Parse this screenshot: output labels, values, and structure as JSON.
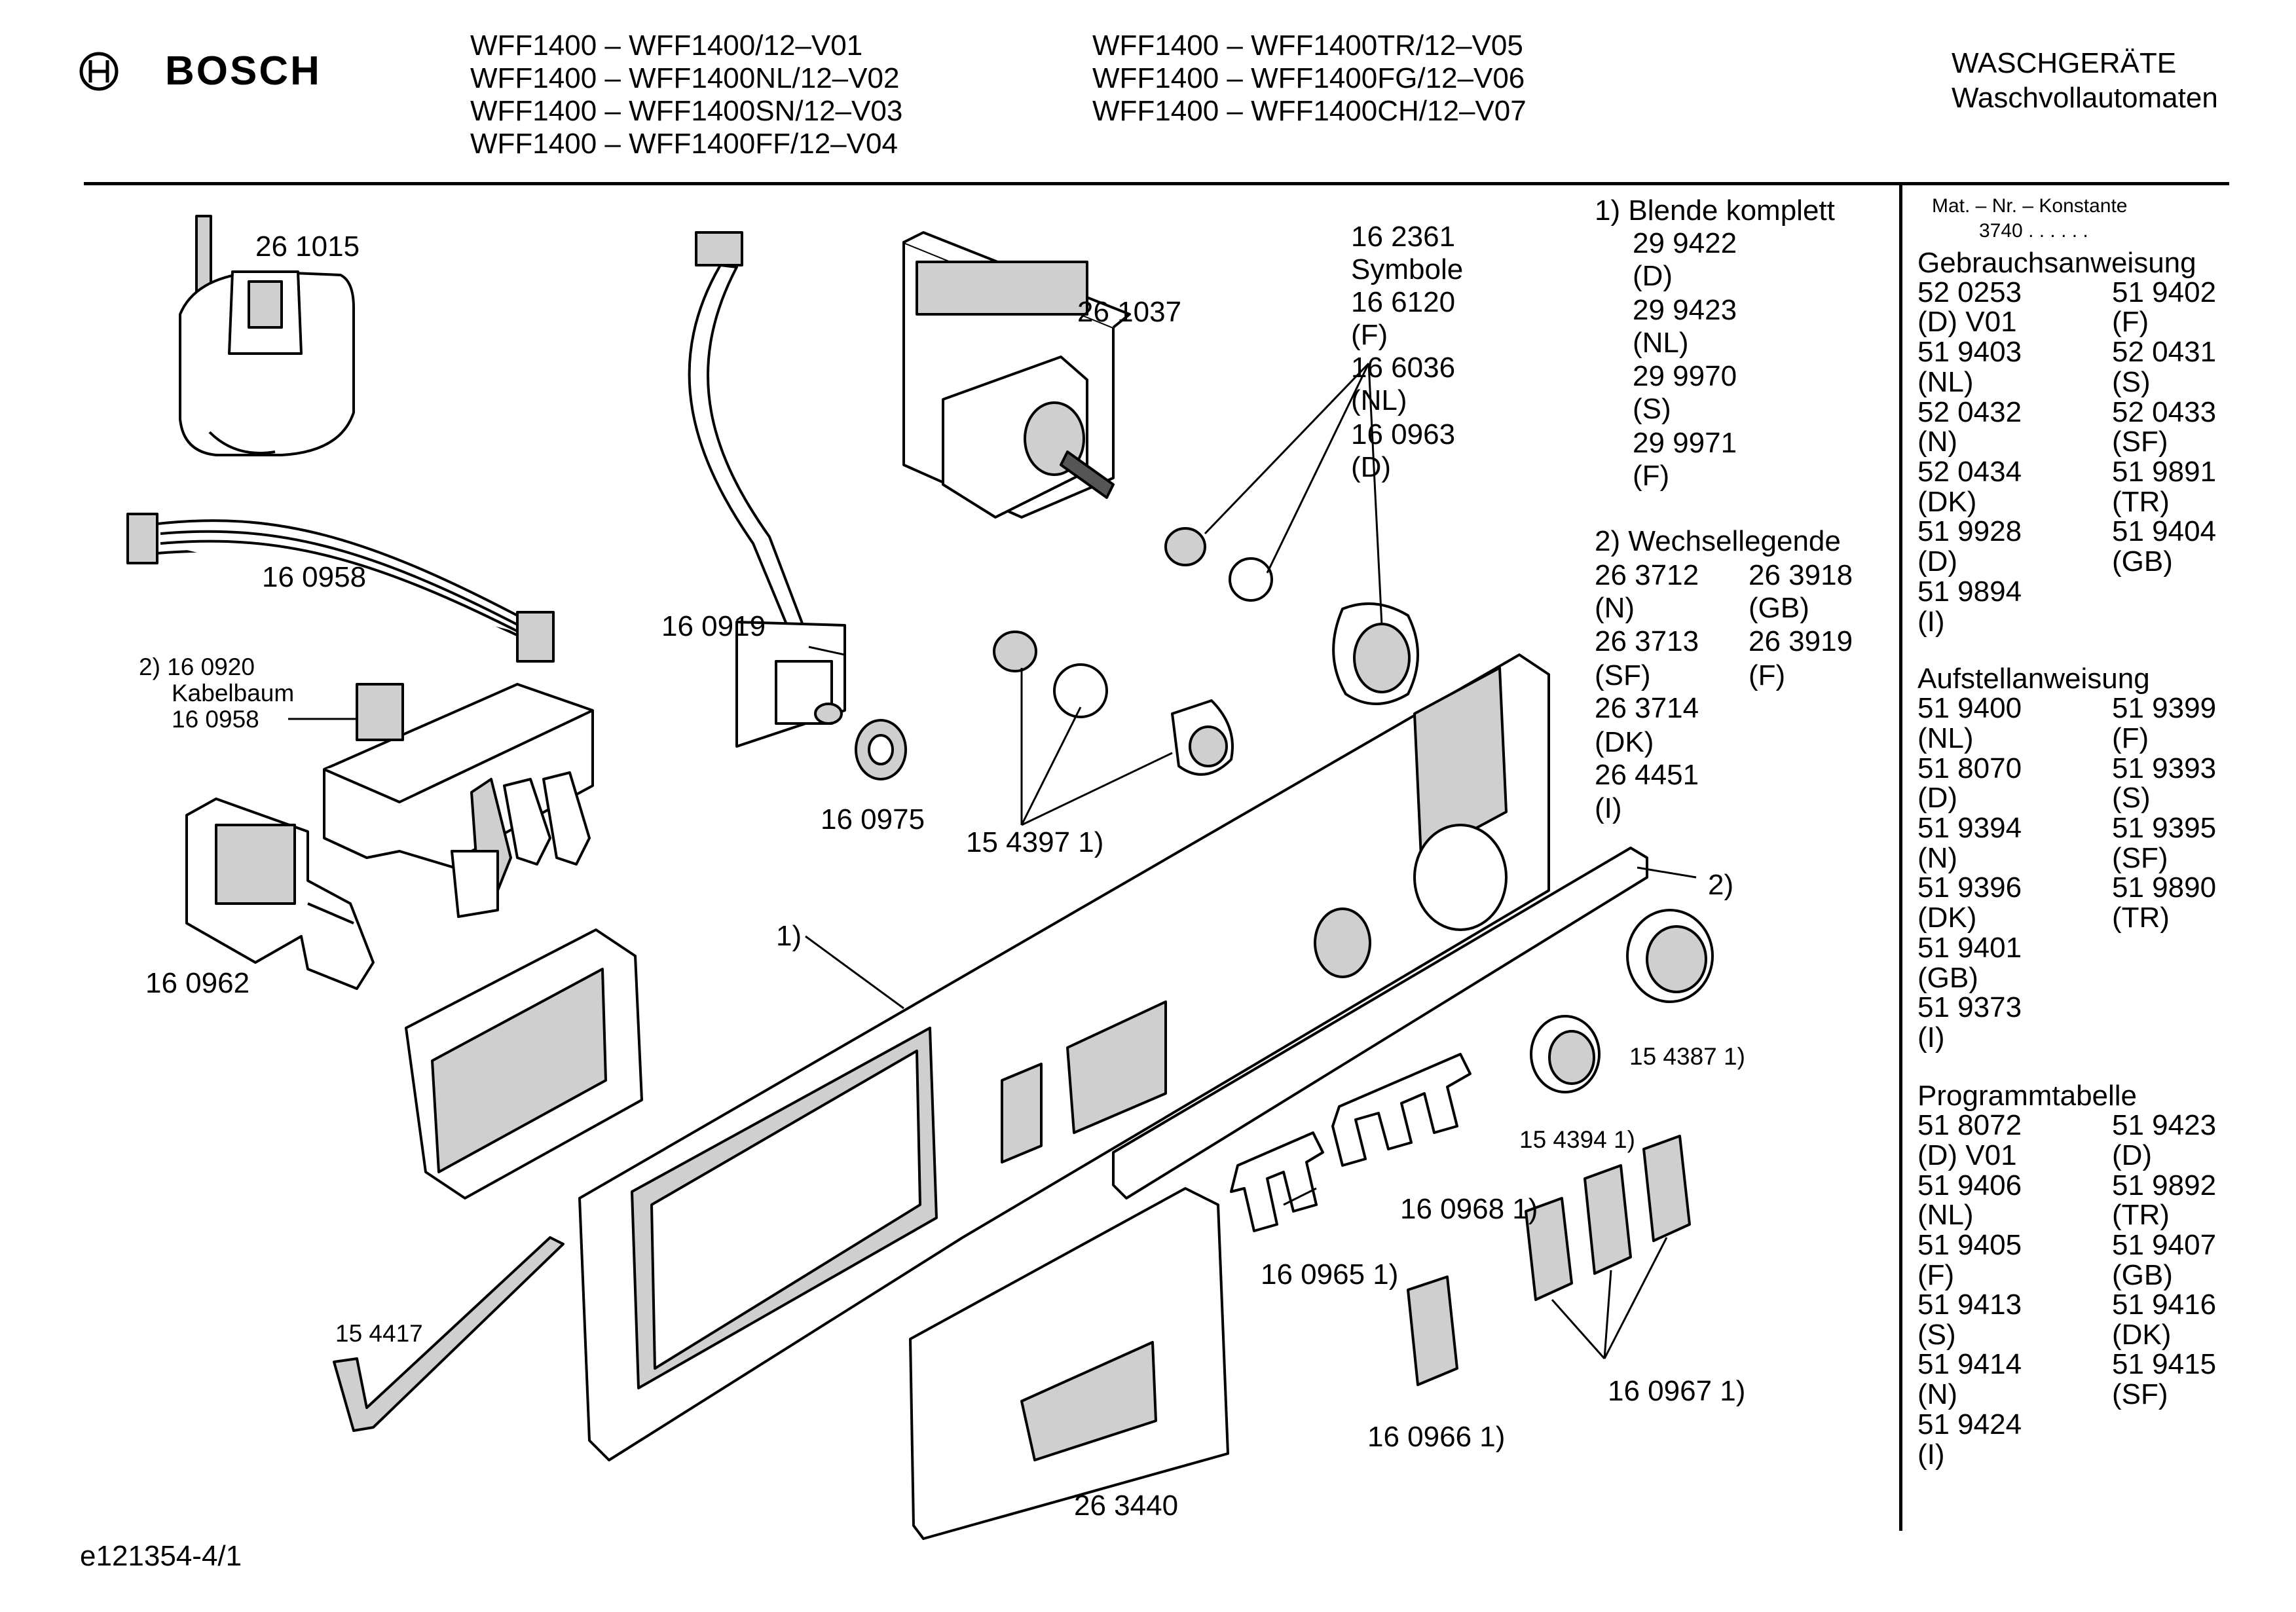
{
  "brand": {
    "logo_text": "BOSCH"
  },
  "header": {
    "models_left": [
      "WFF1400 – WFF1400/12–V01",
      "WFF1400 – WFF1400NL/12–V02",
      "WFF1400 – WFF1400SN/12–V03",
      "WFF1400 – WFF1400FF/12–V04"
    ],
    "models_right": [
      "WFF1400 – WFF1400TR/12–V05",
      "WFF1400 – WFF1400FG/12–V06",
      "WFF1400 – WFF1400CH/12–V07"
    ],
    "category": "WASCHGERÄTE",
    "subcategory": "Waschvollautomaten"
  },
  "parts": {
    "p261015": "26 1015",
    "p160958": "16 0958",
    "p160920_a": "2) 16 0920",
    "p160920_b": "Kabelbaum",
    "p160920_c": "16 0958",
    "p160962": "16 0962",
    "p160919": "16 0919",
    "p160975": "16 0975",
    "p261037": "26 1037",
    "sym": [
      "16 2361",
      "Symbole",
      "16 6120",
      "(F)",
      "16 6036",
      "(NL)",
      "16 0963",
      "(D)"
    ],
    "p154397": "15 4397 1)",
    "p1": "1)",
    "p2": "2)",
    "p154387": "15 4387 1)",
    "p154394": "15 4394 1)",
    "p160968": "16 0968 1)",
    "p160965": "16 0965 1)",
    "p160967": "16 0967 1)",
    "p160966": "16 0966 1)",
    "p154417": "15 4417",
    "p263440": "26 3440"
  },
  "notes": {
    "blende": [
      "1) Blende komplett",
      "29 9422",
      "(D)",
      "29 9423",
      "(NL)",
      "29 9970",
      "(S)",
      "29 9971",
      "(F)"
    ],
    "wechsel_title": "2) Wechsellegende",
    "wechsel_left": [
      "26 3712",
      "(N)",
      "26 3713",
      "(SF)",
      "26 3714",
      "(DK)",
      "26 4451",
      "(I)"
    ],
    "wechsel_right": [
      "26 3918",
      "(GB)",
      "26 3919",
      "(F)"
    ]
  },
  "sidebar": {
    "mat_line": "Mat. – Nr. – Konstante",
    "mat_value": "3740 . . . . . .",
    "gebrauch_title": "Gebrauchsanweisung",
    "gebrauch_left": [
      "52 0253",
      "(D) V01",
      "51 9403",
      "(NL)",
      "52 0432",
      "(N)",
      "52 0434",
      "(DK)",
      "51 9928",
      "(D)",
      "51 9894",
      "(I)"
    ],
    "gebrauch_right": [
      "51 9402",
      "(F)",
      "52 0431",
      "(S)",
      "52 0433",
      "(SF)",
      "51 9891",
      "(TR)",
      "51 9404",
      "(GB)"
    ],
    "aufstell_title": "Aufstellanweisung",
    "aufstell_left": [
      "51 9400",
      "(NL)",
      "51 8070",
      "(D)",
      "51 9394",
      "(N)",
      "51 9396",
      "(DK)",
      "51 9401",
      "(GB)",
      "51 9373",
      "(I)"
    ],
    "aufstell_right": [
      "51 9399",
      "(F)",
      "51 9393",
      "(S)",
      "51 9395",
      "(SF)",
      "51 9890",
      "(TR)"
    ],
    "programm_title": "Programmtabelle",
    "programm_left": [
      "51 8072",
      "(D) V01",
      "51 9406",
      "(NL)",
      "51 9405",
      "(F)",
      "51 9413",
      "(S)",
      "51 9414",
      "(N)",
      "51 9424",
      "(I)"
    ],
    "programm_right": [
      "51 9423",
      "(D)",
      "51 9892",
      "(TR)",
      "51 9407",
      "(GB)",
      "51 9416",
      "(DK)",
      "51 9415",
      "(SF)"
    ]
  },
  "footer": {
    "doc_id": "e121354-4/1"
  }
}
